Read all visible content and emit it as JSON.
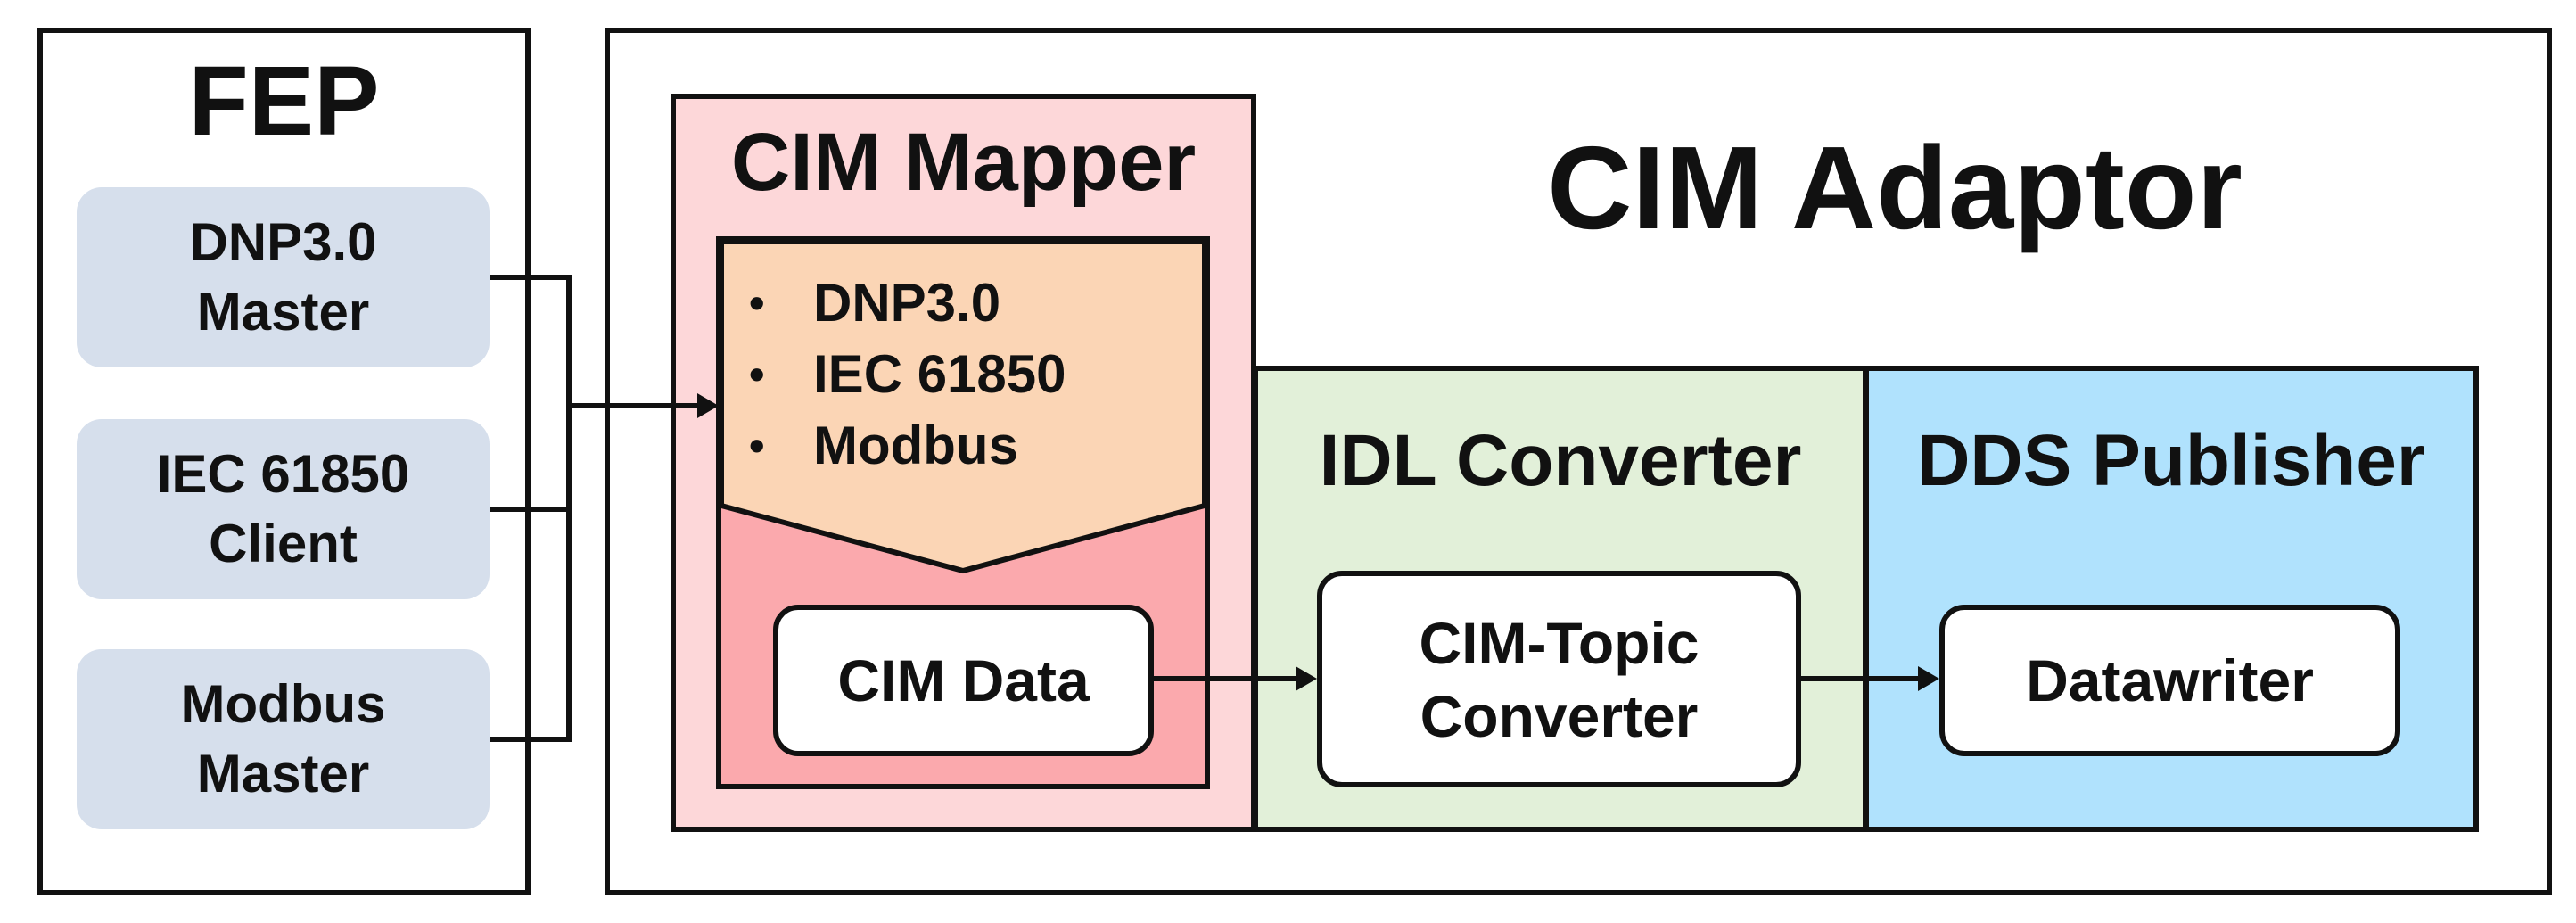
{
  "fep": {
    "title": "FEP",
    "items": [
      {
        "line1": "DNP3.0",
        "line2": "Master"
      },
      {
        "line1": "IEC 61850",
        "line2": "Client"
      },
      {
        "line1": "Modbus",
        "line2": "Master"
      }
    ]
  },
  "adaptor": {
    "title": "CIM Adaptor",
    "mapper": {
      "title": "CIM Mapper",
      "protocols": [
        "DNP3.0",
        "IEC 61850",
        "Modbus"
      ],
      "bullet": "•",
      "data_label": "CIM Data"
    },
    "idl_converter": {
      "title": "IDL Converter",
      "node_line1": "CIM-Topic",
      "node_line2": "Converter"
    },
    "dds_publisher": {
      "title": "DDS Publisher",
      "node_label": "Datawriter"
    }
  },
  "colors": {
    "fep_item": "#d6dfec",
    "mapper_outer": "#fdd7d9",
    "mapper_inner": "#fba9ad",
    "protocol_banner": "#fbd5b5",
    "idl_bg": "#e2f0d9",
    "dds_bg": "#b0e2fd",
    "line": "#111111"
  }
}
